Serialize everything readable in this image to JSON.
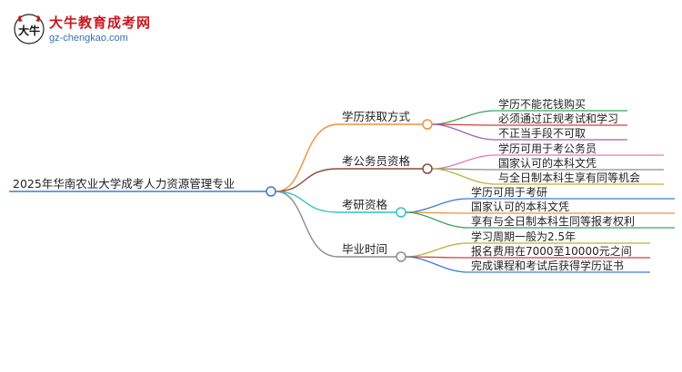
{
  "brand": {
    "name": "大牛教育成考网",
    "url": "gz-chengkao.com",
    "logo_glyph": "大牛"
  },
  "mindmap": {
    "root": "2025年华南农业大学成考人力资源管理专业",
    "branches": [
      {
        "label": "学历获取方式",
        "color": "#f0913a",
        "leaves": [
          {
            "label": "学历不能花钱购买",
            "color": "#3aa35c"
          },
          {
            "label": "必须通过正规考试和学习",
            "color": "#d93b3b"
          },
          {
            "label": "不正当手段不可取",
            "color": "#9b5fc0"
          }
        ]
      },
      {
        "label": "考公务员资格",
        "color": "#8c4a3a",
        "leaves": [
          {
            "label": "学历可用于考公务员",
            "color": "#e07ab8"
          },
          {
            "label": "国家认可的本科文凭",
            "color": "#8c8c8c"
          },
          {
            "label": "与全日制本科生享有同等机会",
            "color": "#b5b53a"
          }
        ]
      },
      {
        "label": "考研资格",
        "color": "#2fc4c4",
        "leaves": [
          {
            "label": "学历可用于考研",
            "color": "#3a7bd5"
          },
          {
            "label": "国家认可的本科文凭",
            "color": "#f0913a"
          },
          {
            "label": "享有与全日制本科生同等报考权利",
            "color": "#3aa35c"
          }
        ]
      },
      {
        "label": "毕业时间",
        "color": "#8c8c8c",
        "leaves": [
          {
            "label": "学习周期一般为2.5年",
            "color": "#b5b53a"
          },
          {
            "label": "报名费用在7000至10000元之间",
            "color": "#d93b3b"
          },
          {
            "label": "完成课程和考试后获得学历证书",
            "color": "#3a7bd5"
          }
        ]
      }
    ],
    "root_color": "#3a7bd5"
  }
}
